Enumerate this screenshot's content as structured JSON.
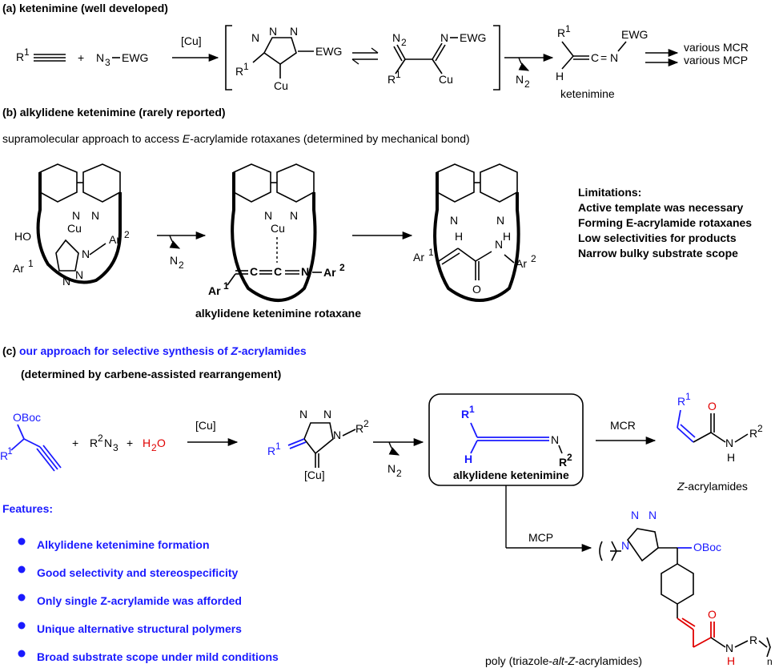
{
  "section_a": {
    "title": "(a) ketenimine (well developed)",
    "r1": "R",
    "r1_sup": "1",
    "plus": "+",
    "azide": "N",
    "azide_sub": "3",
    "azide_ewg": "EWG",
    "catalyst": "[Cu]",
    "triazole_ewg": "EWG",
    "triazole_r1": "R",
    "triazole_r1_sup": "1",
    "triazole_cu": "Cu",
    "triazole_n1": "N",
    "triazole_n2": "N",
    "triazole_n3": "N",
    "diazo_n2": "N",
    "diazo_n2_sub": "2",
    "imine_n": "N",
    "imine_ewg": "EWG",
    "imine_r1": "R",
    "imine_r1_sup": "1",
    "imine_cu": "Cu",
    "loss": "N",
    "loss_sub": "2",
    "ketenimine_r1": "R",
    "ketenimine_r1_sup": "1",
    "ketenimine_h": "H",
    "ketenimine_c1": "C",
    "ketenimine_eq": "=",
    "ketenimine_n": "N",
    "ketenimine_ewg": "EWG",
    "ketenimine_label": "ketenimine",
    "products": [
      "various MCR",
      "various MCP"
    ]
  },
  "section_b": {
    "title": "(b) alkylidene ketenimine (rarely reported)",
    "subtitle_pre": "supramolecular approach to access ",
    "subtitle_italic": "E",
    "subtitle_post": "-acrylamide rotaxanes (determined by mechanical bond)",
    "loss": "N",
    "loss_sub": "2",
    "rotaxane_label": "alkylidene ketenimine rotaxane",
    "atoms": {
      "n": "N",
      "cu": "Cu",
      "ho": "HO",
      "ar": "Ar",
      "ar1_sup": "1",
      "ar2_sup": "2",
      "c": "C",
      "h": "H",
      "o": "O",
      "nh": "H"
    },
    "limitations_title": "Limitations:",
    "limitations": [
      "Active template was necessary",
      "Forming E-acrylamide rotaxanes",
      "Low selectivities for products",
      "Narrow bulky substrate scope"
    ]
  },
  "section_c": {
    "title_prefix": "(c) ",
    "title_pre": "our approach for selective synthesis of ",
    "title_italic": "Z",
    "title_post": "-acrylamides",
    "subtitle": "(determined by carbene-assisted rearrangement)",
    "oboc": "OBoc",
    "r1": "R",
    "r1_sup": "1",
    "azide_r2": "R",
    "azide_r2_sup": "2",
    "azide_n3": "N",
    "azide_n3_sub": "3",
    "plus": "+",
    "water": "H",
    "water_sub": "2",
    "water_o": "O",
    "catalyst": "[Cu]",
    "triazole_r2": "R",
    "triazole_r2_sup": "2",
    "triazole_cu": "[Cu]",
    "loss": "N",
    "loss_sub": "2",
    "intermediate_label": "alkylidene ketenimine",
    "mcr": "MCR",
    "mcp": "MCP",
    "z_acrylamides_italic": "Z",
    "z_acrylamides": "-acrylamides",
    "polymer_label_pre": "poly (triazole-",
    "polymer_label_alt": "alt",
    "polymer_label_mid": "-",
    "polymer_label_z": "Z",
    "polymer_label_post": "-acrylamides)",
    "polymer_n": "n",
    "features_title": "Features:",
    "features": [
      "Alkylidene ketenimine formation",
      "Good selectivity and stereospecificity",
      "Only single Z-acrylamide was afforded",
      "Unique alternative structural polymers",
      "Broad substrate scope under mild conditions"
    ]
  },
  "colors": {
    "blue": "#1a1aff",
    "red": "#e00000",
    "black": "#000000"
  }
}
